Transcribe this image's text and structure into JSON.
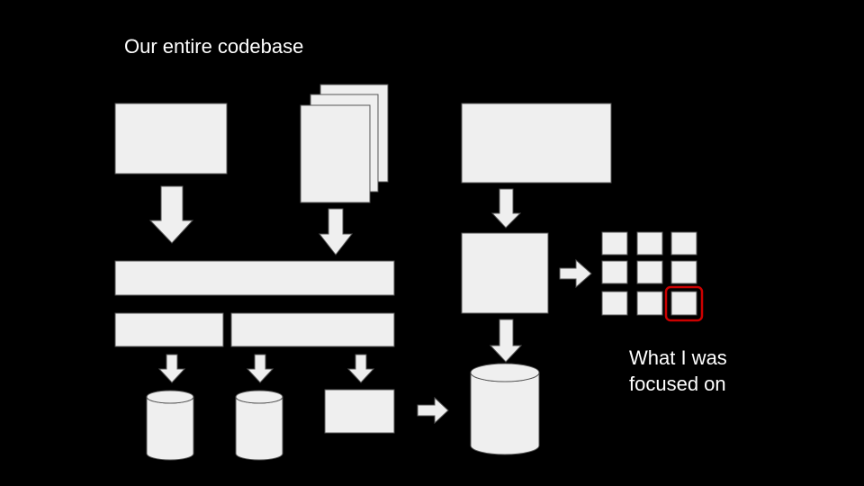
{
  "slide": {
    "title": "Our entire codebase",
    "focus_label": {
      "line1": "What I was",
      "line2": "focused on"
    }
  },
  "colors": {
    "background": "#000000",
    "block_fill": "#efefef",
    "block_stroke": "#555555",
    "highlight": "#cc0000",
    "text": "#ffffff"
  },
  "icons": [
    "down-arrow-icon",
    "right-arrow-icon",
    "database-cylinder-icon"
  ]
}
